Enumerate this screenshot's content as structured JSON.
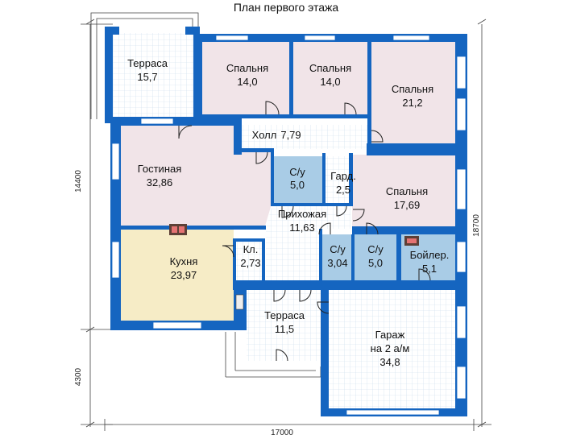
{
  "title": "План первого этажа",
  "rooms": {
    "terrace_top": {
      "name": "Терраса",
      "area": "15,7"
    },
    "bedroom1": {
      "name": "Спальня",
      "area": "14,0"
    },
    "bedroom2": {
      "name": "Спальня",
      "area": "14,0"
    },
    "bedroom3": {
      "name": "Спальня",
      "area": "21,2"
    },
    "hall": {
      "name": "Холл",
      "area": "7,79"
    },
    "living": {
      "name": "Гостиная",
      "area": "32,86"
    },
    "bath1": {
      "name": "С/у",
      "area": "5,0"
    },
    "wardrobe": {
      "name": "Гард.",
      "area": "2,5"
    },
    "bedroom4": {
      "name": "Спальня",
      "area": "17,69"
    },
    "entry": {
      "name": "Прихожая",
      "area": "11,63"
    },
    "kitchen": {
      "name": "Кухня",
      "area": "23,97"
    },
    "pantry": {
      "name": "Кл.",
      "area": "2,73"
    },
    "bath2": {
      "name": "С/у",
      "area": "3,04"
    },
    "bath3": {
      "name": "С/у",
      "area": "5,0"
    },
    "boiler": {
      "name": "Бойлер.",
      "area": "5,1"
    },
    "terrace_bottom": {
      "name": "Терраса",
      "area": "11,5"
    },
    "garage": {
      "name": "Гараж",
      "name2": "на 2 а/м",
      "area": "34,8"
    }
  },
  "dimensions": {
    "left_upper": "14400",
    "left_lower": "4300",
    "right": "18700",
    "bottom": "17000"
  },
  "colors": {
    "wall": "#1565c0",
    "bedroom": "#f1e4e8",
    "bathroom": "#a9cce6",
    "kitchen": "#f6ecc6",
    "tile": "#ffffff",
    "grid": "#c9dcec"
  }
}
